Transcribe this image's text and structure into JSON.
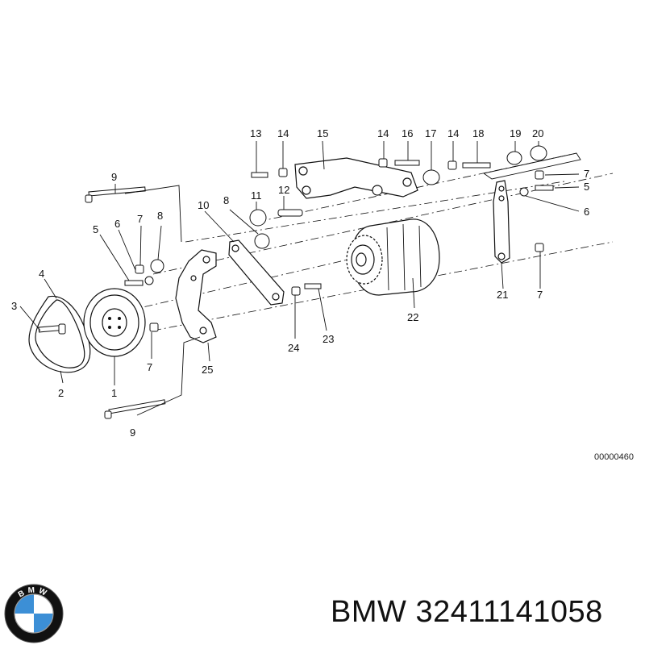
{
  "drawing_code": "00000460",
  "caption": {
    "brand": "BMW",
    "part_number": "32411141058"
  },
  "logo": {
    "icon": "bmw-roundel-icon",
    "letters": "BMW",
    "colors": {
      "ring": "#111111",
      "blue": "#3c8fd6",
      "white": "#ffffff"
    }
  },
  "callouts": {
    "c1": "1",
    "c2": "2",
    "c3": "3",
    "c4": "4",
    "c5a": "5",
    "c5b": "5",
    "c6a": "6",
    "c6b": "6",
    "c7a": "7",
    "c7b": "7",
    "c7c": "7",
    "c7d": "7",
    "c8a": "8",
    "c8b": "8",
    "c9a": "9",
    "c9b": "9",
    "c10": "10",
    "c11": "11",
    "c12": "12",
    "c13": "13",
    "c14a": "14",
    "c14b": "14",
    "c14c": "14",
    "c15": "15",
    "c16": "16",
    "c17": "17",
    "c18": "18",
    "c19": "19",
    "c20": "20",
    "c21": "21",
    "c22": "22",
    "c23": "23",
    "c24": "24",
    "c25": "25"
  }
}
